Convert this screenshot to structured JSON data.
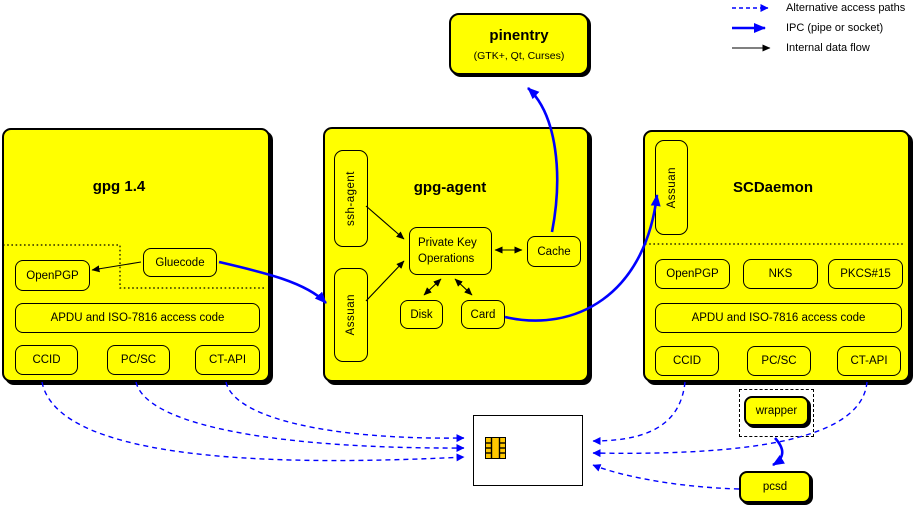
{
  "legend": {
    "items": [
      {
        "label": "Alternative access paths",
        "style": "dashed-blue"
      },
      {
        "label": "IPC (pipe or socket)",
        "style": "solid-blue-thick"
      },
      {
        "label": "Internal data flow",
        "style": "solid-black-thin"
      }
    ]
  },
  "pinentry": {
    "title": "pinentry",
    "subtitle": "(GTK+, Qt, Curses)"
  },
  "gpg14": {
    "title": "gpg 1.4",
    "modules": {
      "openpgp": "OpenPGP",
      "gluecode": "Gluecode",
      "apdu": "APDU and ISO-7816 access code",
      "ccid": "CCID",
      "pcsc": "PC/SC",
      "ctapi": "CT-API"
    }
  },
  "gpgagent": {
    "title": "gpg-agent",
    "modules": {
      "ssh_agent": "ssh-agent",
      "assuan": "Assuan",
      "pko": [
        "Private Key",
        "Operations"
      ],
      "cache": "Cache",
      "disk": "Disk",
      "card": "Card"
    }
  },
  "scdaemon": {
    "title": "SCDaemon",
    "modules": {
      "assuan": "Assuan",
      "openpgp": "OpenPGP",
      "nks": "NKS",
      "pkcs15": "PKCS#15",
      "apdu": "APDU and ISO-7816 access code",
      "ccid": "CCID",
      "pcsc": "PC/SC",
      "ctapi": "CT-API"
    }
  },
  "external": {
    "wrapper": "wrapper",
    "pcsd": "pcsd"
  },
  "icons": {
    "chip": "smartcard-chip-icon"
  },
  "colors": {
    "module_fill": "#ffff00",
    "ipc_blue": "#0000ff",
    "alt_path_blue": "#0000ff",
    "internal_black": "#000000",
    "chip_gold": "#ffc800"
  }
}
